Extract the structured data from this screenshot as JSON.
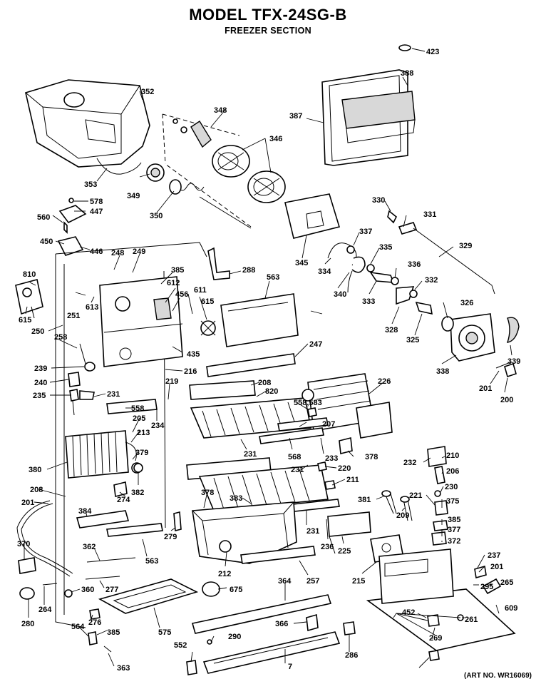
{
  "title": "MODEL TFX-24SG-B",
  "subtitle": "FREEZER SECTION",
  "art_no": "(ART NO. WR16069)",
  "callouts": [
    "423",
    "388",
    "387",
    "352",
    "348",
    "346",
    "353",
    "349",
    "350",
    "578",
    "447",
    "560",
    "450",
    "446",
    "345",
    "330",
    "331",
    "337",
    "335",
    "329",
    "334",
    "340",
    "333",
    "336",
    "332",
    "326",
    "328",
    "325",
    "339",
    "338",
    "201",
    "200",
    "248",
    "249",
    "385",
    "288",
    "563",
    "810",
    "615",
    "612",
    "613",
    "611",
    "615",
    "251",
    "456",
    "250",
    "258",
    "435",
    "247",
    "239",
    "216",
    "240",
    "219",
    "235",
    "231",
    "208",
    "820",
    "558,583",
    "226",
    "558",
    "205",
    "234",
    "207",
    "213",
    "231",
    "568",
    "233",
    "378",
    "379",
    "232",
    "210",
    "380",
    "220",
    "206",
    "382",
    "231",
    "230",
    "208",
    "274",
    "211",
    "201",
    "378",
    "383",
    "381",
    "221",
    "375",
    "384",
    "209",
    "385",
    "231",
    "377",
    "236",
    "372",
    "279",
    "225",
    "370",
    "362",
    "215",
    "237",
    "563",
    "212",
    "201",
    "257",
    "277",
    "675",
    "364",
    "295",
    "265",
    "360",
    "264",
    "609",
    "280",
    "276",
    "575",
    "366",
    "452",
    "261",
    "564",
    "385",
    "290",
    "269",
    "552",
    "286",
    "363",
    "7"
  ]
}
